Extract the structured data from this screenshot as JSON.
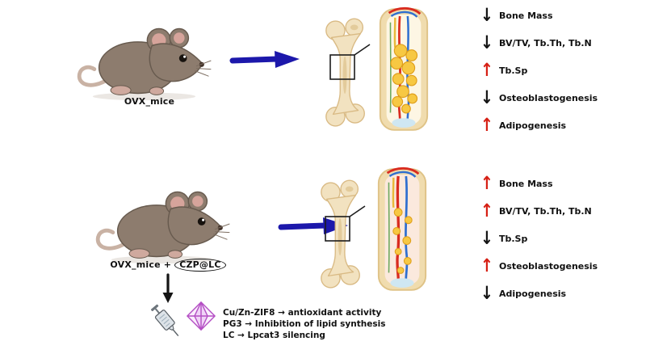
{
  "figure": {
    "top": {
      "mouse_label": "OVX_mice",
      "outcomes": [
        {
          "dir": "down",
          "glyph": "↓",
          "label": "Bone Mass"
        },
        {
          "dir": "down",
          "glyph": "↓",
          "label": "BV/TV, Tb.Th, Tb.N"
        },
        {
          "dir": "up",
          "glyph": "↑",
          "label": "Tb.Sp"
        },
        {
          "dir": "down",
          "glyph": "↓",
          "label": "Osteoblastogenesis"
        },
        {
          "dir": "up",
          "glyph": "↑",
          "label": "Adipogenesis"
        }
      ]
    },
    "bottom": {
      "mouse_label_prefix": "OVX_mice + ",
      "treatment_name": "CZP@LC",
      "mechanisms": [
        "Cu/Zn-ZIF8 → antioxidant activity",
        "PG3 → Inhibition of lipid synthesis",
        "LC → Lpcat3 silencing"
      ],
      "outcomes": [
        {
          "dir": "up",
          "glyph": "↑",
          "label": "Bone Mass"
        },
        {
          "dir": "up",
          "glyph": "↑",
          "label": "BV/TV, Tb.Th, Tb.N"
        },
        {
          "dir": "down",
          "glyph": "↓",
          "label": "Tb.Sp"
        },
        {
          "dir": "up",
          "glyph": "↑",
          "label": "Osteoblastogenesis"
        },
        {
          "dir": "down",
          "glyph": "↓",
          "label": "Adipogenesis"
        }
      ]
    },
    "colors": {
      "up_arrow": "#d61f14",
      "down_arrow": "#151515",
      "flow_arrow": "#1c18ab",
      "adipocyte": "#f7c843",
      "bone": "#f2e2c0"
    }
  }
}
